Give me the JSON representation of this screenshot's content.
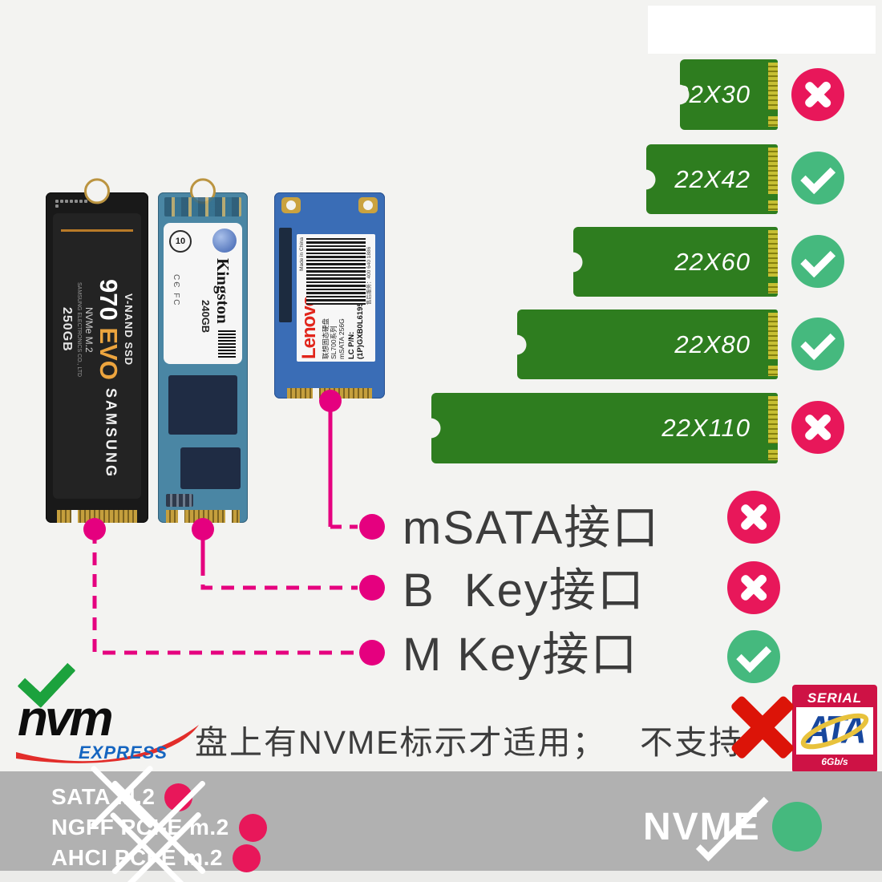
{
  "page": {
    "background": "#f3f3f1"
  },
  "size_chart": {
    "bars": [
      {
        "label": "22X30",
        "supported": false
      },
      {
        "label": "22X42",
        "supported": true
      },
      {
        "label": "22X60",
        "supported": true
      },
      {
        "label": "22X80",
        "supported": true
      },
      {
        "label": "22X110",
        "supported": false
      }
    ]
  },
  "ssds": {
    "samsung": {
      "series": "V-NAND SSD",
      "model": "970 ",
      "model_suffix": "EVO",
      "interface": "NVMe M.2",
      "maker": "SAMSUNG ELECTRONICS CO., LTD",
      "capacity": "250GB",
      "brand": "SAMSUNG"
    },
    "kingston": {
      "brand": "Kingston",
      "capacity": "240GB",
      "badge": "10",
      "marks": "CЄ FC"
    },
    "lenovo": {
      "brand": "Lenovo",
      "tm": "™",
      "desc": "联想固态硬盘SL700系列mSATA 256G",
      "pn": "LC P/N:(1P)GXB0L61953",
      "made": "Made in China",
      "service": "售后服务：400 640 1886"
    }
  },
  "interfaces": [
    {
      "label": "mSATA接口",
      "supported": false
    },
    {
      "label": "B  Key接口",
      "supported": false
    },
    {
      "label": "M Key接口",
      "supported": true
    }
  ],
  "note": {
    "logo_main": "nvm",
    "logo_sub": "EXPRESS",
    "text": "盘上有NVME标示才适用；",
    "unsupported_text": "不支持",
    "sata": {
      "top": "SERIAL",
      "mid": "ATA",
      "speed": "6Gb/s"
    }
  },
  "footer": {
    "unsupported": [
      "SATA M.2",
      "NGFF PCI-E m.2",
      "AHCI PCI-E m.2"
    ],
    "supported": "NVME"
  },
  "colors": {
    "bar_green": "#2e7d1f",
    "pink": "#e8175a",
    "magenta_line": "#e5007f",
    "check_green": "#45b97e",
    "bright_green": "#1ca23d",
    "red_x": "#dc1408",
    "sata_crimson": "#ce1245",
    "ata_blue": "#17479e",
    "nvm_blue": "#1565c0",
    "gray_bar": "#b1b1b1"
  }
}
